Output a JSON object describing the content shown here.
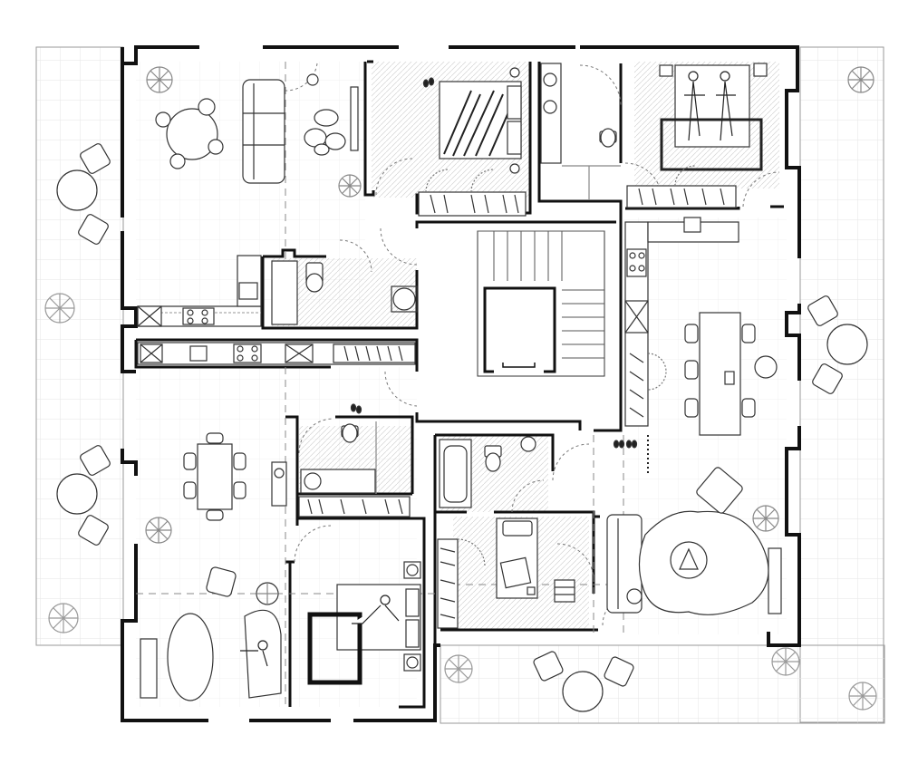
{
  "plan": {
    "style": {
      "wall": "#111111",
      "line": "#333333",
      "thin": "#9a9a9a",
      "grid": "#e6e6e6",
      "terrace_fill": "#fbfbfb",
      "furniture_fill": "#ffffff"
    },
    "rooms": [
      {
        "id": "living-room-nw",
        "icons": [
          "sofa-icon",
          "dining-table-icon",
          "rug-icon",
          "plant-icon"
        ]
      },
      {
        "id": "bedroom-north",
        "icons": [
          "double-bed-icon",
          "wardrobe-icon"
        ]
      },
      {
        "id": "bathroom-north",
        "icons": [
          "sink-icon",
          "toilet-icon"
        ]
      },
      {
        "id": "bedroom-ne",
        "icons": [
          "double-bed-icon",
          "wardrobe-icon",
          "people-icon"
        ]
      },
      {
        "id": "kitchen-west",
        "icons": [
          "stove-icon",
          "sink-icon",
          "counter-icon"
        ]
      },
      {
        "id": "stair-core",
        "icons": [
          "stairs-icon",
          "elevator-icon"
        ]
      },
      {
        "id": "kitchen-dining-east",
        "icons": [
          "dining-table-icon",
          "chair-icon",
          "stove-icon"
        ]
      },
      {
        "id": "living-room-sw",
        "icons": [
          "dining-table-icon",
          "bathtub-icon",
          "armchair-icon"
        ]
      },
      {
        "id": "bedroom-south",
        "icons": [
          "double-bed-icon",
          "rug-icon",
          "person-icon"
        ]
      },
      {
        "id": "kids-room",
        "icons": [
          "single-bed-icon",
          "wardrobe-icon"
        ]
      },
      {
        "id": "living-room-se",
        "icons": [
          "sofa-icon",
          "armchair-icon",
          "rug-icon",
          "coffee-table-icon"
        ]
      }
    ]
  }
}
